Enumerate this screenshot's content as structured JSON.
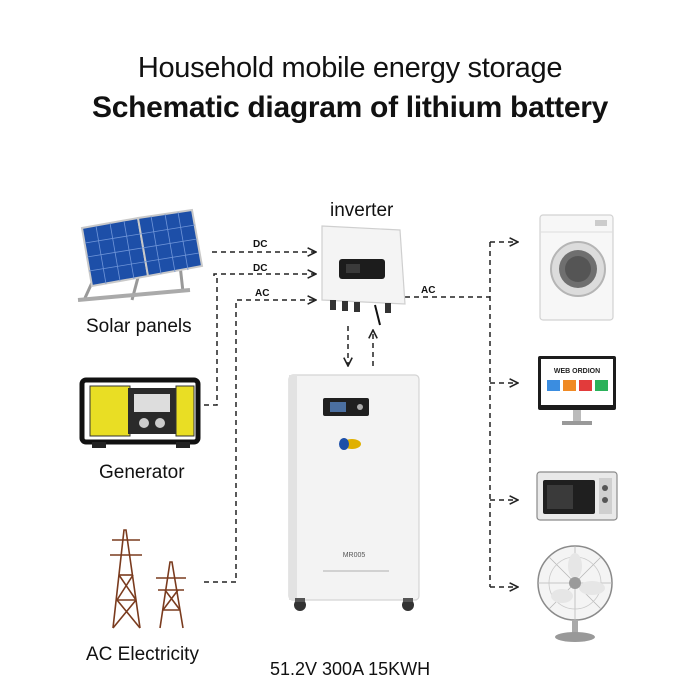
{
  "header": {
    "title_line1": "Household mobile energy storage",
    "title_line2": "Schematic diagram of lithium battery"
  },
  "labels": {
    "inverter": "inverter",
    "solar": "Solar panels",
    "generator": "Generator",
    "ac_electricity": "AC Electricity",
    "battery_spec": "51.2V 300A 15KWH"
  },
  "wires": {
    "dc1": "DC",
    "dc2": "DC",
    "ac_in": "AC",
    "ac_out": "AC"
  },
  "screens": {
    "monitor_text": "WEB ORDION"
  },
  "battery": {
    "model": "MR005"
  },
  "colors": {
    "solar_blue": "#1d4fa8",
    "generator_yellow": "#e9de24",
    "battery_white": "#f3f3f3",
    "line": "#222222"
  }
}
